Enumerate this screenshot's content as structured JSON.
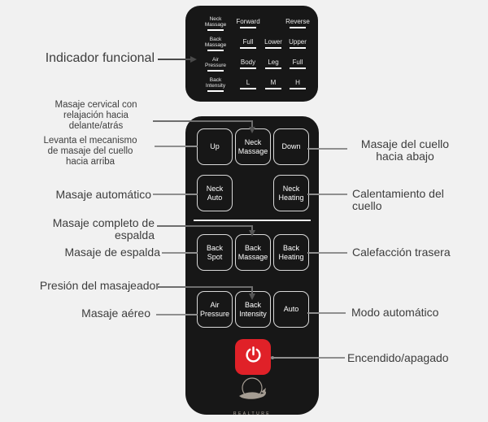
{
  "colors": {
    "page_background": "#f1f1f1",
    "remote_body": "#171717",
    "button_outline": "#d9d9d9",
    "power_button_red": "#e02128",
    "indicator_text": "#e9e9e9",
    "label_text": "#3d3d3d",
    "callout_line": "#8f8f8f"
  },
  "panel": {
    "rows": [
      {
        "l1": "Neck",
        "l2": "Massage",
        "c2": "Forward",
        "c3": "",
        "c4": "Reverse"
      },
      {
        "l1": "Back",
        "l2": "Massage",
        "c2": "Full",
        "c3": "Lower",
        "c4": "Upper"
      },
      {
        "l1": "Air",
        "l2": "Pressure",
        "c2": "Body",
        "c3": "Leg",
        "c4": "Full"
      },
      {
        "l1": "Back",
        "l2": "Intensity",
        "c2": "L",
        "c3": "M",
        "c4": "H"
      }
    ]
  },
  "remote": {
    "buttons": {
      "up": "Up",
      "neck_massage": {
        "l1": "Neck",
        "l2": "Massage"
      },
      "down": "Down",
      "neck_auto": {
        "l1": "Neck",
        "l2": "Auto"
      },
      "neck_heating": {
        "l1": "Neck",
        "l2": "Heating"
      },
      "back_spot": {
        "l1": "Back",
        "l2": "Spot"
      },
      "back_massage": {
        "l1": "Back",
        "l2": "Massage"
      },
      "back_heating": {
        "l1": "Back",
        "l2": "Heating"
      },
      "air_pressure": {
        "l1": "Air",
        "l2": "Pressure"
      },
      "back_intensity": {
        "l1": "Back",
        "l2": "Intensity"
      },
      "auto": "Auto"
    },
    "power_icon": "power-symbol",
    "logo_icon": "whale-logo",
    "brand_text": "REALTURE"
  },
  "callouts": {
    "left": {
      "indicator_label": "Indicador funcional",
      "cervical": {
        "l1": "Masaje cervical con",
        "l2": "relajación hacia",
        "l3": "delante/atrás"
      },
      "lift": {
        "l1": "Levanta el mecanismo",
        "l2": "de masaje del cuello",
        "l3": "hacia arriba"
      },
      "auto_massage": "Masaje automático",
      "full_back": {
        "l1": "Masaje completo de",
        "l2": "espalda"
      },
      "back_massage": "Masaje de espalda",
      "pressure": "Presión del masajeador",
      "air_massage": "Masaje aéreo"
    },
    "right": {
      "neck_down": {
        "l1": "Masaje del cuello",
        "l2": "hacia abajo"
      },
      "neck_heating": {
        "l1": "Calentamiento del",
        "l2": "cuello"
      },
      "back_heating": "Calefacción trasera",
      "auto_mode": "Modo automático",
      "power": "Encendido/apagado"
    }
  }
}
